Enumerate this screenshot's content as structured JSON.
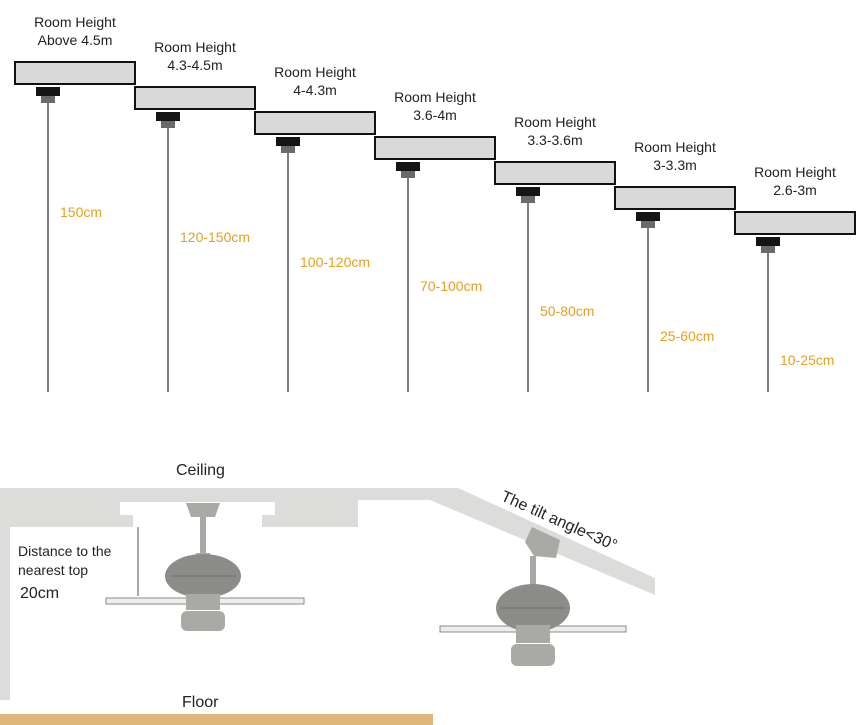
{
  "colors": {
    "ceiling_block": "#d9d9d9",
    "outline": "#111111",
    "length_text": "#e3a021",
    "bottom_ceiling": "#dcdcda",
    "floor": "#e0b77b",
    "fan_body": "#8c8c89",
    "fan_light": "#a9a9a6"
  },
  "steps": [
    {
      "room_line1": "Room Height",
      "room_line2": "Above 4.5m",
      "length": "150cm"
    },
    {
      "room_line1": "Room Height",
      "room_line2": "4.3-4.5m",
      "length": "120-150cm"
    },
    {
      "room_line1": "Room Height",
      "room_line2": "4-4.3m",
      "length": "100-120cm"
    },
    {
      "room_line1": "Room Height",
      "room_line2": "3.6-4m",
      "length": "70-100cm"
    },
    {
      "room_line1": "Room Height",
      "room_line2": "3.3-3.6m",
      "length": "50-80cm"
    },
    {
      "room_line1": "Room Height",
      "room_line2": "3-3.3m",
      "length": "25-60cm"
    },
    {
      "room_line1": "Room Height",
      "room_line2": "2.6-3m",
      "length": "10-25cm"
    }
  ],
  "installation": {
    "ceiling_label": "Ceiling",
    "floor_label": "Floor",
    "distance_line1": "Distance to the",
    "distance_line2": "nearest top",
    "distance_value": "20cm",
    "tilt_label": "The tilt angle<30°"
  }
}
